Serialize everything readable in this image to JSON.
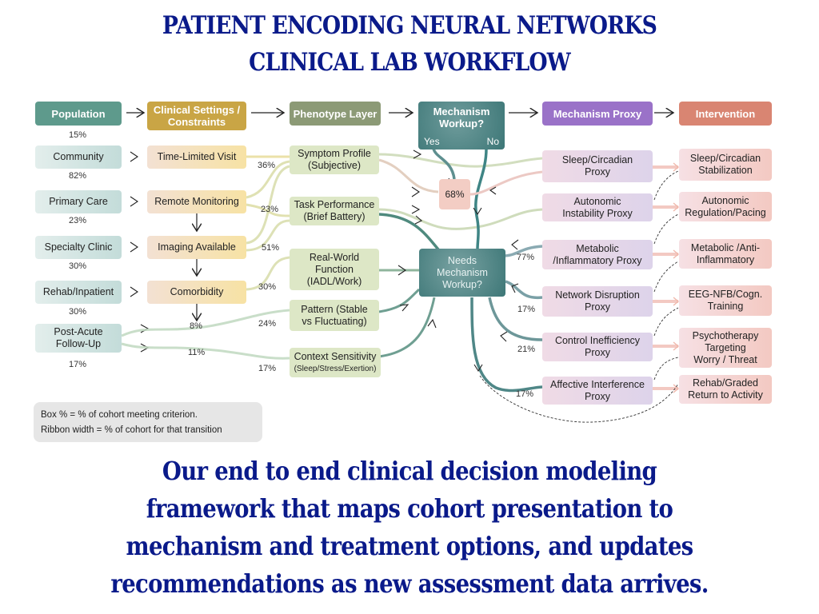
{
  "title": {
    "line1": "PATIENT ENCODING NEURAL NETWORKS",
    "line2": "CLINICAL LAB WORKFLOW"
  },
  "headers": {
    "population": "Population",
    "clinical_settings": "Clinical Settings / Constraints",
    "phenotype_layer": "Phenotype Layer",
    "mechanism_workup": "Mechanism Workup?",
    "yes": "Yes",
    "no": "No",
    "mechanism_proxy": "Mechanism Proxy",
    "intervention": "Intervention"
  },
  "colors": {
    "population": "#5e9a8c",
    "clinical_settings": "#c9a545",
    "phenotype_layer": "#8c9a76",
    "mechanism_workup": "#3f7a7a",
    "mechanism_proxy": "#9a72c8",
    "intervention": "#d98572",
    "title_text": "#0a1a8a"
  },
  "population": [
    {
      "label": "Community",
      "pct_above": "15%",
      "pct_below": "82%"
    },
    {
      "label": "Primary Care",
      "pct_below": "23%"
    },
    {
      "label": "Specialty Clinic",
      "pct_below": "30%"
    },
    {
      "label": "Rehab/Inpatient",
      "pct_below": "30%"
    },
    {
      "label": "Post-Acute Follow-Up",
      "pct_below": "17%"
    }
  ],
  "clinical_settings": [
    {
      "label": "Time-Limited Visit"
    },
    {
      "label": "Remote Monitoring"
    },
    {
      "label": "Imaging Available"
    },
    {
      "label": "Comorbidity",
      "pct_below": "8%"
    }
  ],
  "transition_pcts": {
    "time_limited_to_symptom": "36%",
    "remote_to_task": "23%",
    "imaging_to_phenotype": "51%",
    "comorbidity_to_realworld": "30%",
    "postacute_to_pattern": "24%",
    "postacute_to_context_a": "11%",
    "postacute_to_context_b": "17%"
  },
  "phenotype": [
    {
      "label": "Symptom Profile (Subjective)"
    },
    {
      "label": "Task Performance (Brief Battery)"
    },
    {
      "label": "Real-World Function (IADL/Work)"
    },
    {
      "label": "Pattern (Stable vs Fluctuating)"
    },
    {
      "label": "Context Sensitivity",
      "sublabel": "(Sleep/Stress/Exertion)"
    }
  ],
  "center": {
    "yes_node_pct": "68%",
    "needs_workup": "Needs Mechanism Workup?"
  },
  "mechanism_proxy": [
    {
      "label": "Sleep/Circadian Proxy"
    },
    {
      "label": "Autonomic Instability Proxy"
    },
    {
      "label": "Metabolic /Inflammatory Proxy",
      "pct": "77%"
    },
    {
      "label": "Network Disruption Proxy",
      "pct": "17%"
    },
    {
      "label": "Control Inefficiency Proxy",
      "pct": "21%"
    },
    {
      "label": "Affective Interference Proxy",
      "pct": "17%"
    }
  ],
  "intervention": [
    {
      "label": "Sleep/Circadian Stabilization"
    },
    {
      "label": "Autonomic Regulation/Pacing"
    },
    {
      "label": "Metabolic /Anti-Inflammatory"
    },
    {
      "label": "EEG-NFB/Cogn. Training"
    },
    {
      "label": "Psychotherapy Targeting Worry / Threat"
    },
    {
      "label": "Rehab/Graded Return to Activity"
    }
  ],
  "legend": {
    "line1": "Box % = % of cohort meeting criterion.",
    "line2": "Ribbon width = % of cohort for that transition"
  },
  "caption": {
    "line1": "Our end to end clinical decision modeling",
    "line2": "framework that maps cohort presentation to",
    "line3": "mechanism and treatment options, and updates",
    "line4": "recommendations as new assessment data arrives."
  }
}
